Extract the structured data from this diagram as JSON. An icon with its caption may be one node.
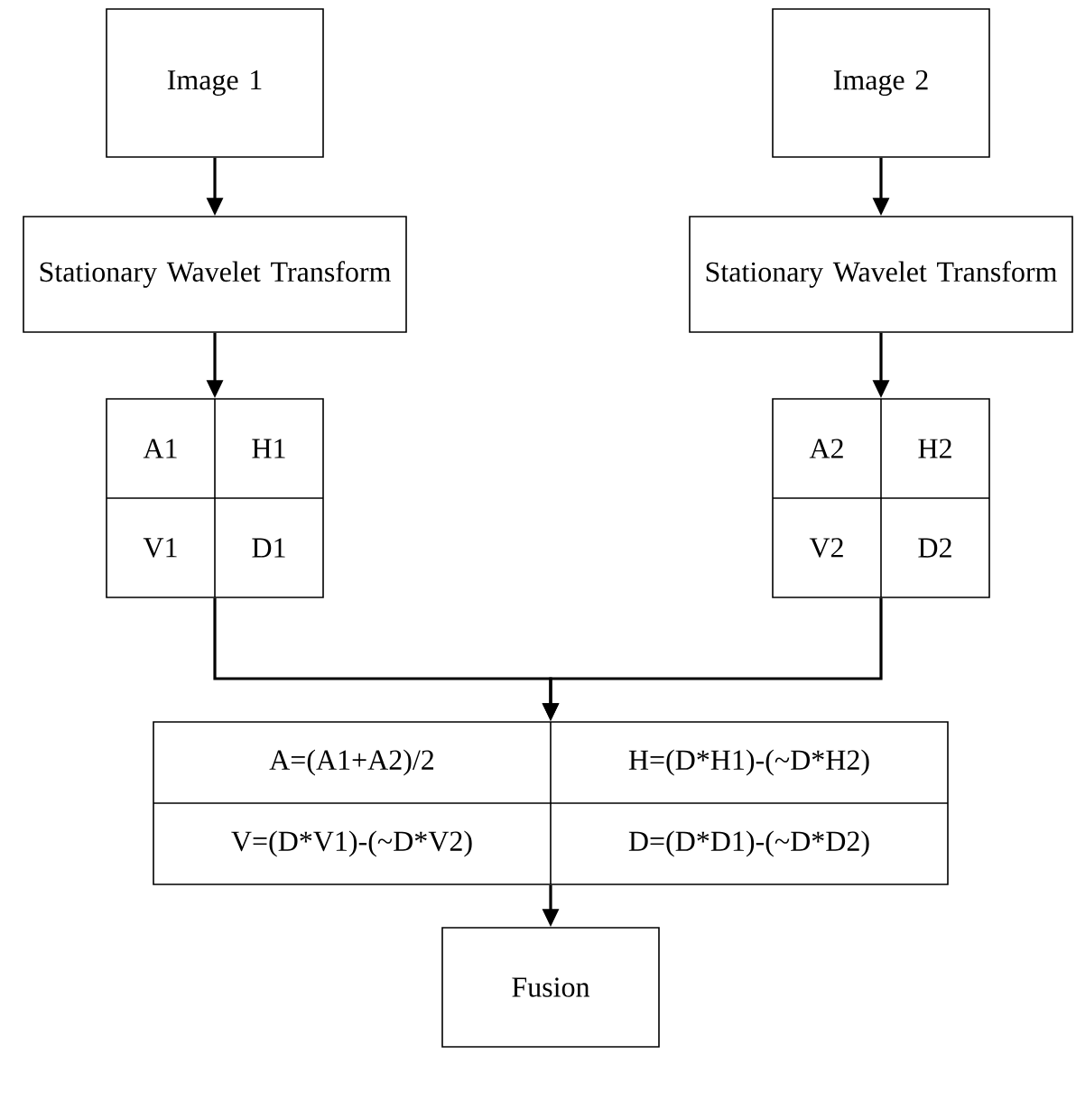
{
  "diagram": {
    "nodes": [
      {
        "text": [
          "Image 1"
        ]
      },
      {
        "text": [
          "Image 2"
        ]
      },
      {
        "text": [
          "Stationary Wavelet Transform"
        ]
      },
      {
        "text": [
          "Stationary Wavelet Transform"
        ]
      },
      {
        "text": [
          "A1",
          "H1",
          "V1",
          "D1"
        ]
      },
      {
        "text": [
          "A2",
          "H2",
          "V2",
          "D2"
        ]
      },
      {
        "text": [
          "A=(A1+A2)/2",
          "H=(D*H1)-(~D*H2)",
          "V=(D*V1)-(~D*V2)",
          "D=(D*D1)-(~D*D2)"
        ]
      },
      {
        "text": [
          "Fusion"
        ]
      }
    ],
    "edges": [
      {
        "from": 0,
        "to": 2,
        "arrow": "to"
      },
      {
        "from": 1,
        "to": 3,
        "arrow": "to"
      },
      {
        "from": 2,
        "to": 4,
        "arrow": "to"
      },
      {
        "from": 3,
        "to": 5,
        "arrow": "to"
      },
      {
        "from": 4,
        "to": 6,
        "arrow": "to"
      },
      {
        "from": 5,
        "to": 6,
        "arrow": "to"
      },
      {
        "from": 6,
        "to": 7,
        "arrow": "to"
      }
    ]
  }
}
